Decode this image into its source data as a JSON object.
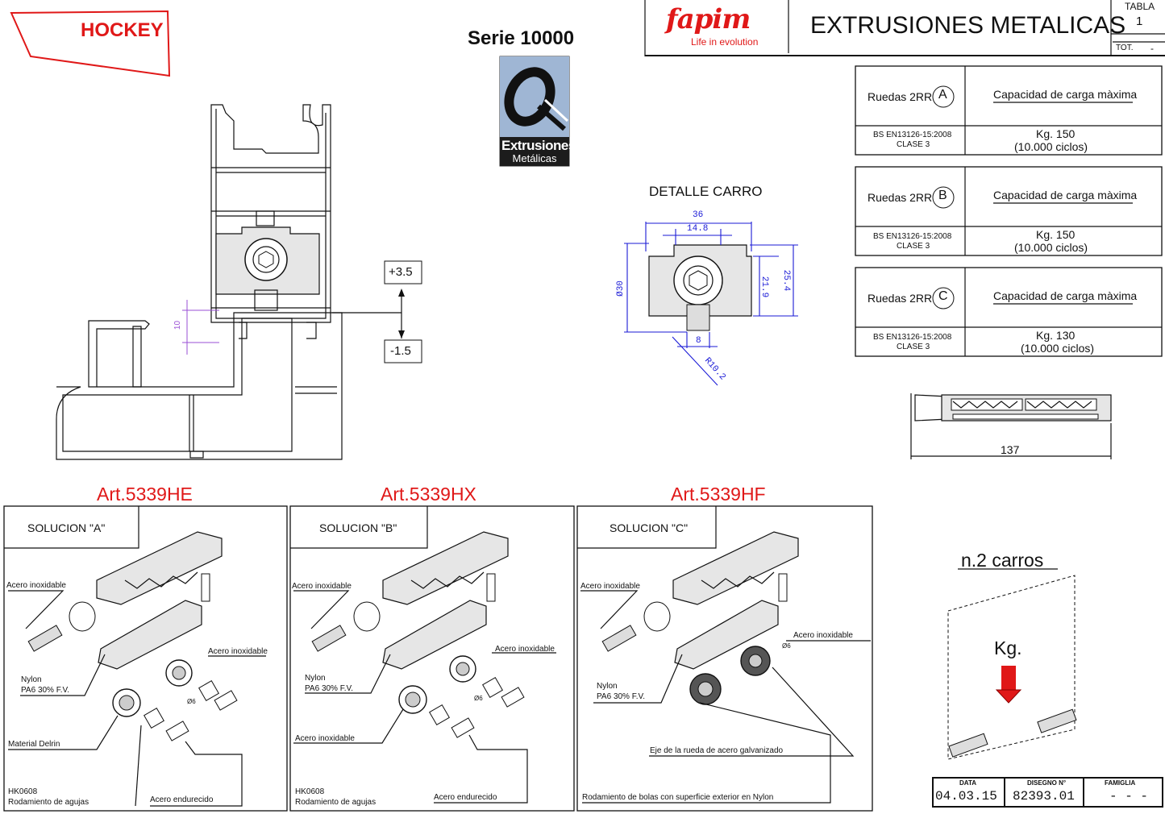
{
  "brand": {
    "hockey_label": "HOCKEY",
    "fapim_logo": "fapim",
    "tagline": "Life in evolution"
  },
  "header": {
    "series": "Serie 10000",
    "title": "EXTRUSIONES METALICAS",
    "tabla_label": "TABLA",
    "tabla_value": "1",
    "tot_label": "TOT.",
    "tot_value": "-"
  },
  "logo_extrusiones": {
    "line1": "Extrusiones",
    "line2": "Metálicas"
  },
  "capacity_tables": [
    {
      "label": "Ruedas 2RR",
      "letter": "A",
      "heading": "Capacidad de carga màxima",
      "norm": "BS EN13126-15:2008",
      "clase": "CLASE 3",
      "kg": "Kg. 150",
      "cycles": "(10.000 ciclos)"
    },
    {
      "label": "Ruedas 2RR",
      "letter": "B",
      "heading": "Capacidad de carga màxima",
      "norm": "BS EN13126-15:2008",
      "clase": "CLASE 3",
      "kg": "Kg. 150",
      "cycles": "(10.000 ciclos)"
    },
    {
      "label": "Ruedas 2RR",
      "letter": "C",
      "heading": "Capacidad de carga màxima",
      "norm": "BS EN13126-15:2008",
      "clase": "CLASE 3",
      "kg": "Kg. 130",
      "cycles": "(10.000 ciclos)"
    }
  ],
  "profile": {
    "plus": "+3.5",
    "minus": "-1.5",
    "dim10": "10"
  },
  "detail": {
    "title": "DETALLE CARRO",
    "dim_36": "36",
    "dim_14_8": "14.8",
    "dim_30": "Ø30",
    "dim_21_9": "21.9",
    "dim_25_4": "25.4",
    "dim_8": "8",
    "dim_r": "R10.2"
  },
  "side_dim": "137",
  "articles": [
    "Art.5339HE",
    "Art.5339HX",
    "Art.5339HF"
  ],
  "solutions": [
    {
      "title": "SOLUCION  \"A\"",
      "labels": {
        "acero1": "Acero inoxidable",
        "acero2": "Acero inoxidable",
        "nylon1": "Nylon",
        "nylon2": "PA6 30% F.V.",
        "phi": "Ø6",
        "bottom1": "Material Delrin",
        "hk": "HK0608",
        "rod": "Rodamiento de agujas",
        "endur": "Acero endurecido"
      }
    },
    {
      "title": "SOLUCION  \"B\"",
      "labels": {
        "acero1": "Acero inoxidable",
        "acero2": "Acero inoxidable",
        "nylon1": "Nylon",
        "nylon2": "PA6 30% F.V.",
        "phi": "Ø6",
        "bottom1": "Acero inoxidable",
        "hk": "HK0608",
        "rod": "Rodamiento de agujas",
        "endur": "Acero endurecido"
      }
    },
    {
      "title": "SOLUCION  \"C\"",
      "labels": {
        "acero1": "Acero inoxidable",
        "acero2": "Acero inoxidable",
        "nylon1": "Nylon",
        "nylon2": "PA6 30% F.V.",
        "phi": "Ø6",
        "eje": "Eje de la rueda de acero galvanizado",
        "rod": "Rodamiento de bolas con superficie exterior en Nylon"
      }
    }
  ],
  "carros": {
    "title": "n.2 carros",
    "kg": "Kg."
  },
  "footer": {
    "data_label": "DATA",
    "data_value": "04.03.15",
    "disegno_label": "DISEGNO N°",
    "disegno_value": "82393.01",
    "famiglia_label": "FAMIGLIA",
    "famiglia_value": "- - -"
  },
  "colors": {
    "accent": "#e01818",
    "dimension": "#1a1ad6",
    "purple": "#9a4fd6"
  }
}
